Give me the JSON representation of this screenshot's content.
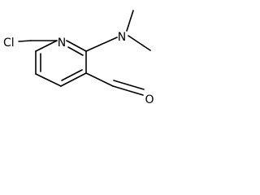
{
  "molecule": {
    "labels": {
      "chlorine": "Cl",
      "ring_nitrogen": "N",
      "amine_nitrogen": "N",
      "aldehyde_oxygen": "O"
    }
  }
}
